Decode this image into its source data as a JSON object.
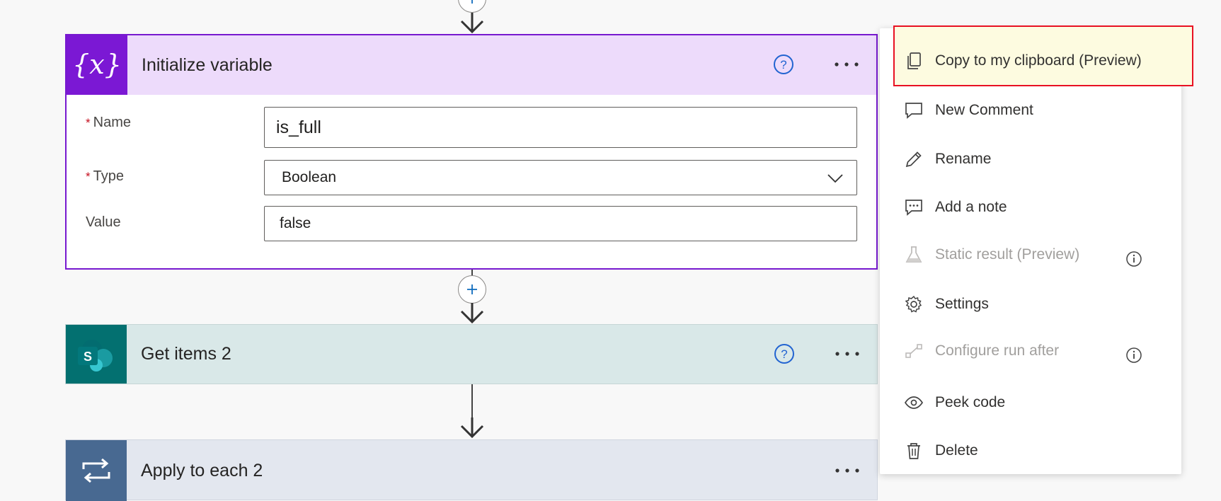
{
  "variable_card": {
    "title": "Initialize variable",
    "icon": "variable-icon",
    "fields": {
      "name_label": "Name",
      "name_value": "is_full",
      "type_label": "Type",
      "type_value": "Boolean",
      "value_label": "Value",
      "value_value": "false"
    },
    "required_marker": "*"
  },
  "sharepoint_card": {
    "title": "Get items 2",
    "icon": "sharepoint-icon"
  },
  "loop_card": {
    "title": "Apply to each 2",
    "icon": "loop-icon"
  },
  "context_menu": {
    "items": [
      {
        "label": "Copy to my clipboard (Preview)",
        "icon": "copy-icon",
        "enabled": true,
        "highlighted": true
      },
      {
        "label": "New Comment",
        "icon": "comment-icon",
        "enabled": true
      },
      {
        "label": "Rename",
        "icon": "pencil-icon",
        "enabled": true
      },
      {
        "label": "Add a note",
        "icon": "note-icon",
        "enabled": true
      },
      {
        "label": "Static result (Preview)",
        "icon": "flask-icon",
        "enabled": false,
        "info": true
      },
      {
        "label": "Settings",
        "icon": "gear-icon",
        "enabled": true
      },
      {
        "label": "Configure run after",
        "icon": "run-after-icon",
        "enabled": false,
        "info": true
      },
      {
        "label": "Peek code",
        "icon": "eye-icon",
        "enabled": true
      },
      {
        "label": "Delete",
        "icon": "trash-icon",
        "enabled": true
      }
    ]
  },
  "colors": {
    "variable_accent": "#7b18d4",
    "variable_header": "#eddbfb",
    "sharepoint_accent": "#037070",
    "loop_accent": "#486991",
    "highlight_border": "#e81123"
  }
}
